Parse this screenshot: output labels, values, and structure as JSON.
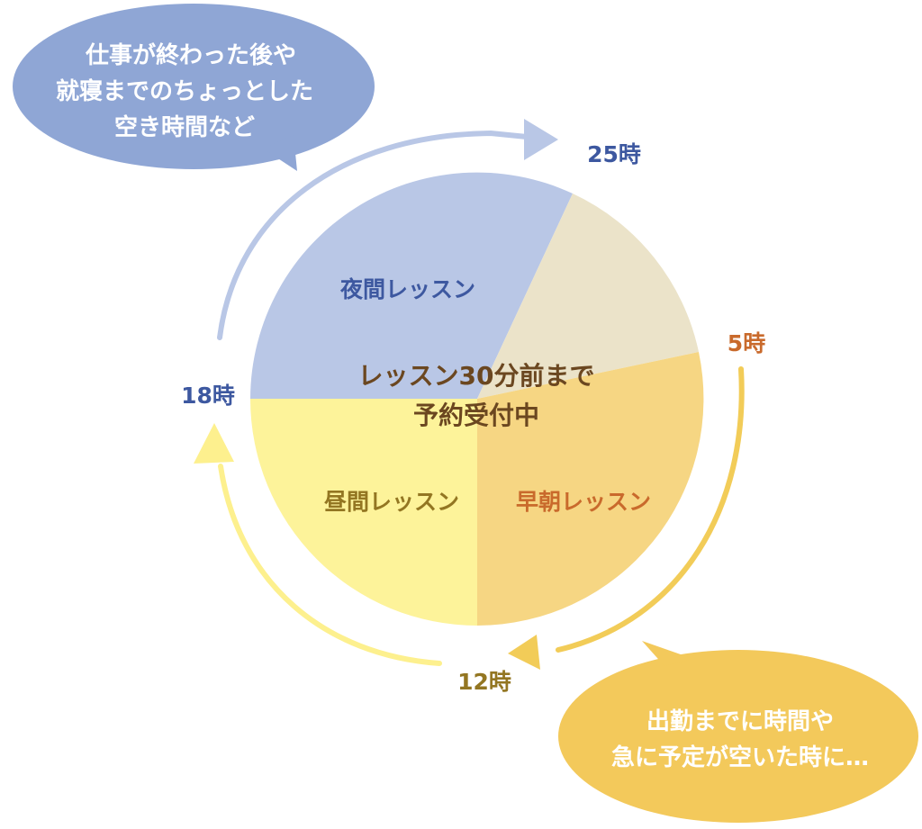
{
  "colors": {
    "night": "#b9c7e6",
    "free": "#ebe3c9",
    "early": "#f6d683",
    "day": "#fdf39a",
    "blue_text": "#3d58a0",
    "orange_text": "#c96a2c",
    "olive_text": "#937622",
    "arrow_top": "#b9c7e6",
    "arrow_right": "#f2cc58",
    "arrow_left": "#fdf08e",
    "bubble_blue": "#8fa6d5",
    "bubble_gold": "#f3c95b"
  },
  "segments": {
    "night": "夜間レッスン",
    "early": "早朝レッスン",
    "day": "昼間レッスン"
  },
  "hours": {
    "h25": "25時",
    "h5": "5時",
    "h12": "12時",
    "h18": "18時"
  },
  "center": {
    "line1": "レッスン30分前まで",
    "line2": "予約受付中"
  },
  "bubble_night": {
    "line1": "仕事が終わった後や",
    "line2": "就寝までのちょっとした",
    "line3": "空き時間など"
  },
  "bubble_morning": {
    "line1": "出勤までに時間や",
    "line2": "急に予定が空いた時に…"
  }
}
